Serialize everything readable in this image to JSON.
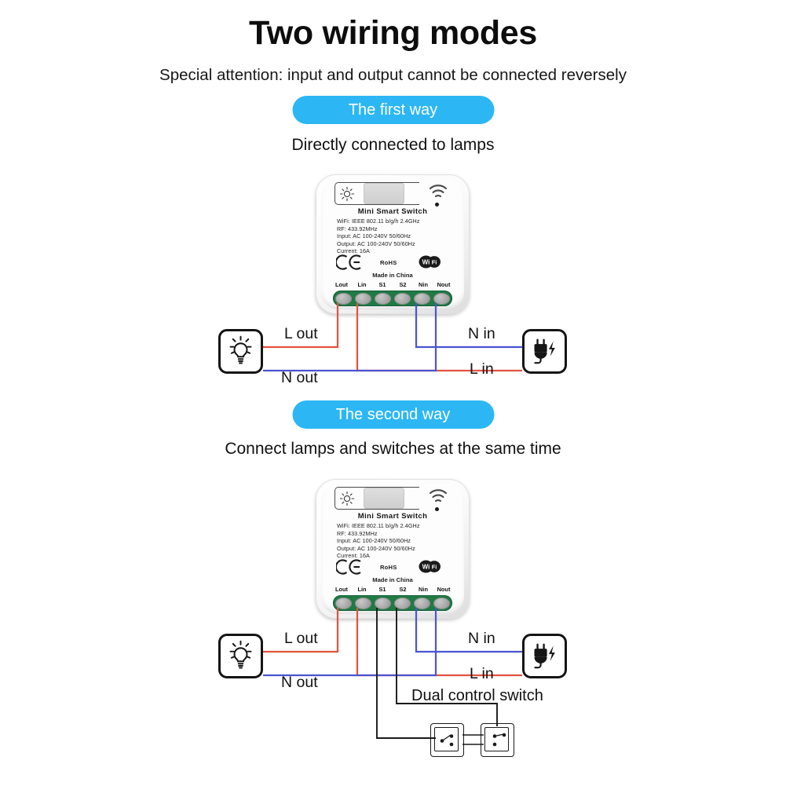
{
  "header": {
    "title": "Two wiring modes",
    "subtitle": "Special attention: input and output cannot be connected reversely"
  },
  "sections": [
    {
      "pill_label": "The first way",
      "caption": "Directly connected to lamps",
      "wire_labels": {
        "l_out": "L out",
        "n_out": "N out",
        "n_in": "N in",
        "l_in": "L in"
      }
    },
    {
      "pill_label": "The second way",
      "caption": "Connect lamps and switches at the same time",
      "wire_labels": {
        "l_out": "L out",
        "n_out": "N out",
        "n_in": "N in",
        "l_in": "L in"
      },
      "dual_switch_label": "Dual control switch"
    }
  ],
  "device": {
    "name": "Mini Smart Switch",
    "specs": [
      "WiFi: IEEE 802.11 b/g/h  2.4GHz",
      "RF: 433.92MHz",
      "Input:  AC 100-240V  50/60Hz",
      "Output:  AC 100-240V  50/60Hz",
      "Current:  16A"
    ],
    "rohs": "RoHS",
    "wifi_badge": "Wi Fi",
    "made_in": "Made in China",
    "terminals": [
      "Lout",
      "Lin",
      "S1",
      "S2",
      "Nin",
      "Nout"
    ]
  },
  "icons": {
    "lamp": "light-bulb-icon",
    "power": "power-plug-icon",
    "wifi": "wifi-icon",
    "sun": "sun-icon",
    "ce": "ce-mark-icon"
  },
  "colors": {
    "pill_blue": "#2cb7f4",
    "wire_live": "#e2533f",
    "wire_neutral": "#4b54d0",
    "wire_switch": "#1a1a1a",
    "pcb_green": "#1f7a43",
    "text": "#111111"
  }
}
